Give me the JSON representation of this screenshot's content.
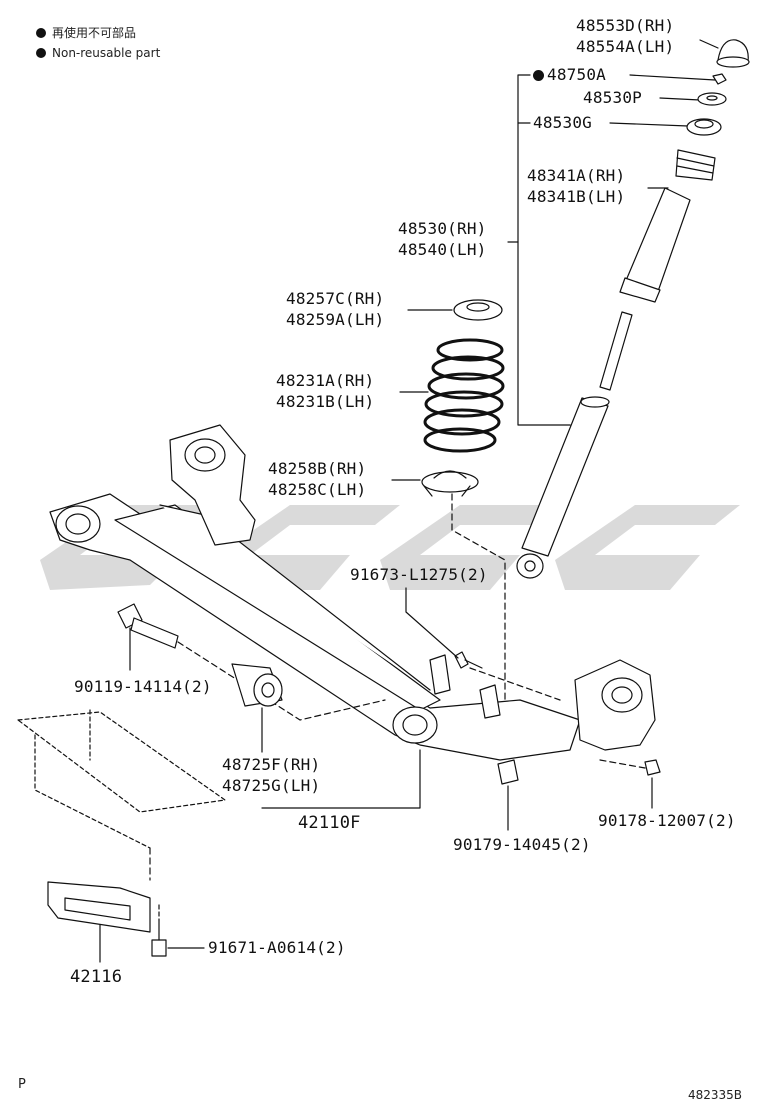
{
  "legend": {
    "jp": "再使用不可部品",
    "en": "Non-reusable part"
  },
  "parts": {
    "p48553D": "48553D(RH)",
    "p48554A": "48554A(LH)",
    "p48750A": "48750A",
    "p48530P": "48530P",
    "p48530G": "48530G",
    "p48341A": "48341A(RH)",
    "p48341B": "48341B(LH)",
    "p48530": "48530(RH)",
    "p48540": "48540(LH)",
    "p48257C": "48257C(RH)",
    "p48259A": "48259A(LH)",
    "p48231A": "48231A(RH)",
    "p48231B": "48231B(LH)",
    "p48258B": "48258B(RH)",
    "p48258C": "48258C(LH)",
    "p91673": "91673-L1275(2)",
    "p90119": "90119-14114(2)",
    "p48725F": "48725F(RH)",
    "p48725G": "48725G(LH)",
    "p42110F": "42110F",
    "p90179": "90179-14045(2)",
    "p90178": "90178-12007(2)",
    "p91671": "91671-A0614(2)",
    "p42116": "42116"
  },
  "footer": {
    "page_letter": "P",
    "diagram_code": "482335B"
  },
  "colors": {
    "ink": "#111111",
    "watermark": "#d0d0d0"
  }
}
